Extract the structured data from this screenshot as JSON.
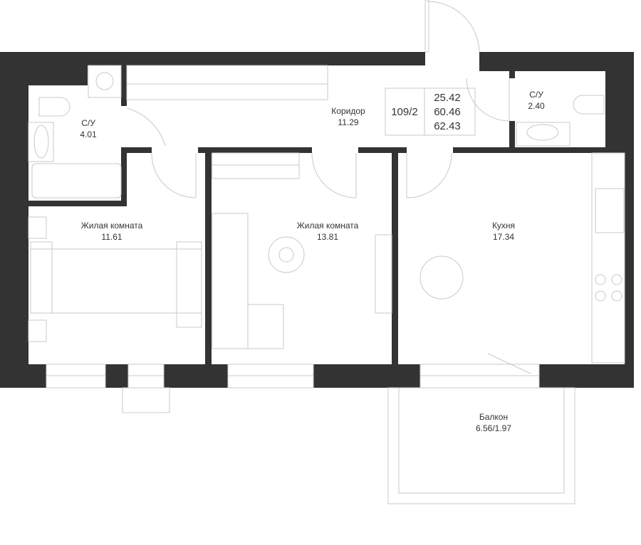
{
  "plan": {
    "apartment_number": "109/2",
    "areas": {
      "living": "25.42",
      "total": "60.46",
      "total_with_balcony": "62.43"
    },
    "rooms": [
      {
        "name": "С/У",
        "area": "4.01"
      },
      {
        "name": "Коридор",
        "area": "11.29"
      },
      {
        "name": "С/У",
        "area": "2.40"
      },
      {
        "name": "Жилая комната",
        "area": "11.61"
      },
      {
        "name": "Жилая комната",
        "area": "13.81"
      },
      {
        "name": "Кухня",
        "area": "17.34"
      },
      {
        "name": "Балкон",
        "area": "6.56/1.97"
      }
    ],
    "colors": {
      "wall": "#333333",
      "furniture": "#c8c8c8"
    }
  }
}
